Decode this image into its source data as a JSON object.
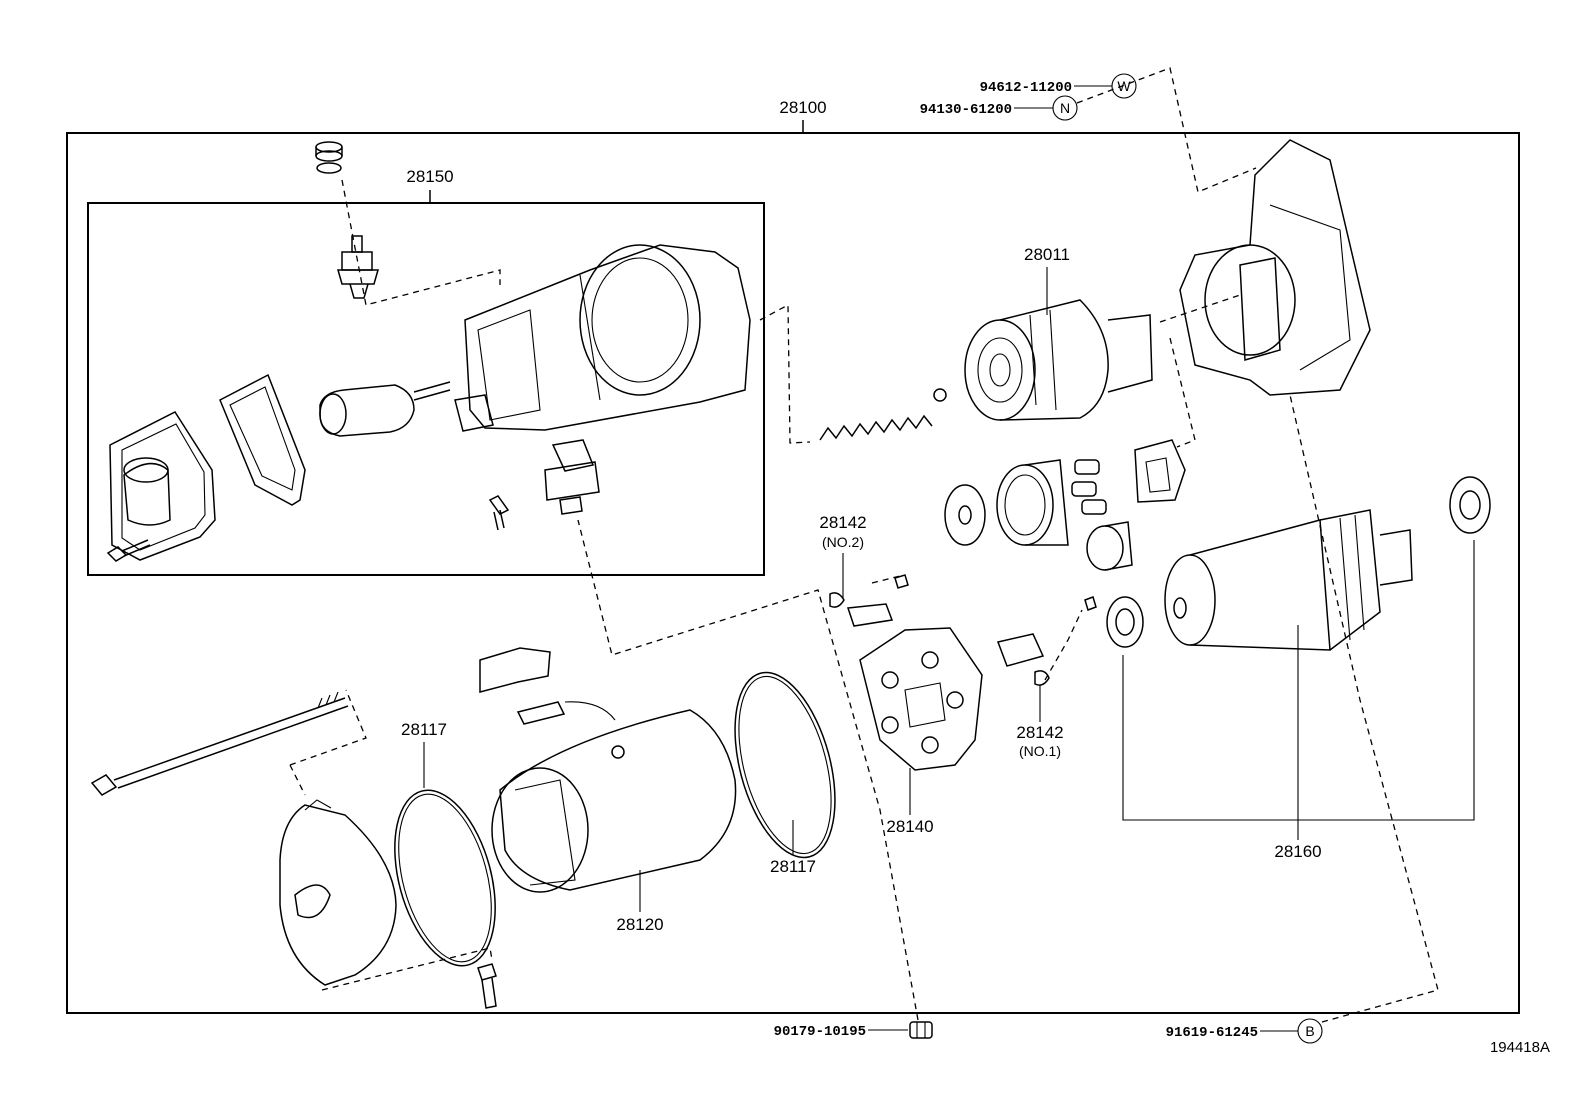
{
  "diagram": {
    "assembly_label": "28100",
    "subassembly_label": "28150",
    "callouts": {
      "drive": "28011",
      "brush_holder": "28140",
      "brush_no2": "28142",
      "brush_no2_sub": "(NO.2)",
      "brush_no1": "28142",
      "brush_no1_sub": "(NO.1)",
      "oring_left": "28117",
      "oring_right": "28117",
      "yoke": "28120",
      "armature": "28160"
    },
    "hardware": {
      "washer": {
        "part": "94612-11200",
        "code": "W"
      },
      "nut": {
        "part": "94130-61200",
        "code": "N"
      },
      "bolt": {
        "part": "90179-10195"
      },
      "bearing_b": {
        "part": "91619-61245",
        "code": "B"
      }
    },
    "figure_code": "194418A"
  }
}
